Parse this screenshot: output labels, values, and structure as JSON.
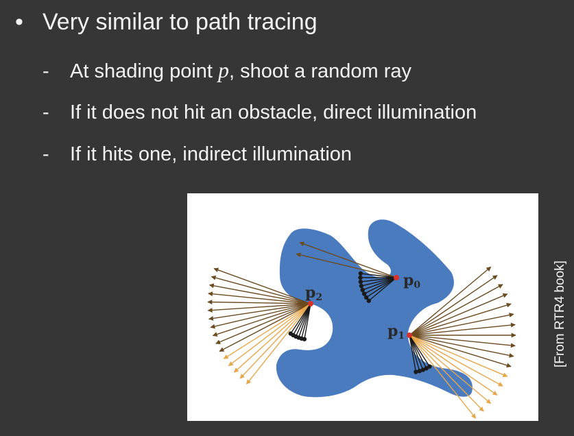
{
  "main_bullet": {
    "symbol": "•",
    "text": "Very similar to path tracing"
  },
  "sub_bullets": [
    {
      "dash": "-",
      "text_before": "At shading point ",
      "variable": "p",
      "text_after": ", shoot a random ray"
    },
    {
      "dash": "-",
      "text": "If it does not hit an obstacle, direct illumination"
    },
    {
      "dash": "-",
      "text": "If it hits one, indirect illumination"
    }
  ],
  "figure": {
    "labels": {
      "p0": "p",
      "p0_sub": "0",
      "p1": "p",
      "p1_sub": "1",
      "p2": "p",
      "p2_sub": "2"
    },
    "colors": {
      "shape": "#4a7bbf",
      "ray_miss": "#e8a64a",
      "ray_hit": "#1a1a1a",
      "point": "#d9322c"
    }
  },
  "caption": "[From RTR4 book]"
}
